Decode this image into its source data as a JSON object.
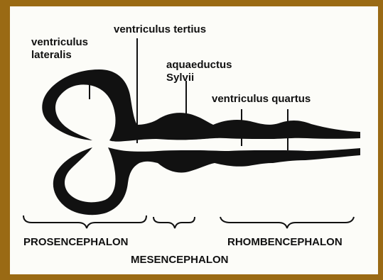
{
  "labels": {
    "ventriculus_lateralis_line1": "ventriculus",
    "ventriculus_lateralis_line2": "lateralis",
    "ventriculus_tertius": "ventriculus tertius",
    "aquaeductus_line1": "aquaeductus",
    "aquaeductus_line2": "Sylvii",
    "ventriculus_quartus": "ventriculus quartus",
    "prosencephalon": "PROSENCEPHALON",
    "mesencephalon": "MESENCEPHALON",
    "rhombencephalon": "RHOMBENCEPHALON"
  },
  "colors": {
    "frame": "#9a6a14",
    "panel": "#fcfcf8",
    "ink": "#111111"
  }
}
